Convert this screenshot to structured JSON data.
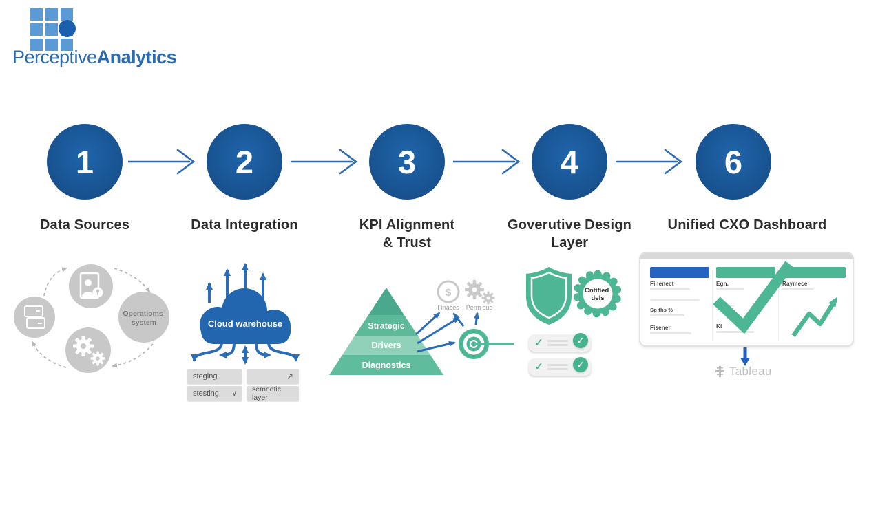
{
  "logo": {
    "brand_first": "Perceptive",
    "brand_second": "Analytics"
  },
  "steps": [
    {
      "number": "1",
      "lines": [
        "Data Sources"
      ]
    },
    {
      "number": "2",
      "lines": [
        "Data Integration"
      ]
    },
    {
      "number": "3",
      "lines": [
        "KPI Alignment",
        "& Trust"
      ]
    },
    {
      "number": "4",
      "lines": [
        "Goverutive Design",
        "Layer"
      ]
    },
    {
      "number": "6",
      "lines": [
        "Unified CXO Dashboard"
      ]
    }
  ],
  "illustrations": {
    "data_sources": {
      "right_node_lines": [
        "Operatioms",
        "system"
      ]
    },
    "data_integration": {
      "cloud_label": "Cloud warehouse",
      "box_staging": "steging",
      "box_testing": "stesting",
      "box_semantic": "semnefic layer"
    },
    "kpi_pyramid": {
      "levels": [
        "Strategic",
        "Drivers",
        "Diagnostics"
      ],
      "icon_labels": [
        "Finaces",
        "Perm sue"
      ]
    },
    "governance": {
      "badge_lines": [
        "Cntified",
        "dels"
      ]
    },
    "dashboard": {
      "panel1_title": "Finenect",
      "panel1_metric": "Sp ths %",
      "panel1_footer": "Fisener",
      "panel2_title": "Egn.",
      "panel2_footer": "Ki",
      "panel3_title": "Raymece",
      "tool_label": "Tableau"
    }
  },
  "icons": {
    "check": "✓",
    "box_arrow": "↗",
    "chevron_down": "∨",
    "dollar": "$"
  },
  "colors": {
    "circle_blue": "#19558f",
    "arrow_blue": "#2a6cb5",
    "logo_blue": "#2a6ab0",
    "logo_square_blue": "#5b9bd5",
    "teal_green": "#4db694",
    "dashboard_bar_blue": "#2563c0",
    "placeholder_grey": "#c8c8c8"
  }
}
